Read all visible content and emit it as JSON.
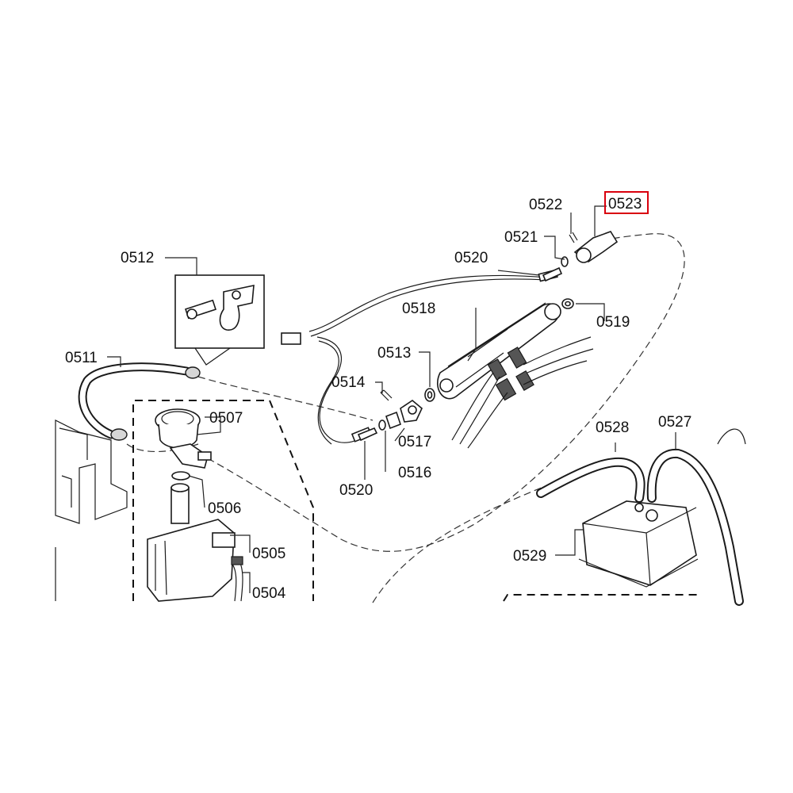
{
  "diagram": {
    "labels": {
      "p0504": "0504",
      "p0505": "0505",
      "p0506": "0506",
      "p0507": "0507",
      "p0511": "0511",
      "p0512": "0512",
      "p0513": "0513",
      "p0514": "0514",
      "p0516": "0516",
      "p0517": "0517",
      "p0518": "0518",
      "p0519": "0519",
      "p0520a": "0520",
      "p0520b": "0520",
      "p0521": "0521",
      "p0522": "0522",
      "p0523": "0523",
      "p0527": "0527",
      "p0528": "0528",
      "p0529": "0529"
    },
    "highlighted_part": "0523",
    "highlight_color": "#d9000d"
  }
}
